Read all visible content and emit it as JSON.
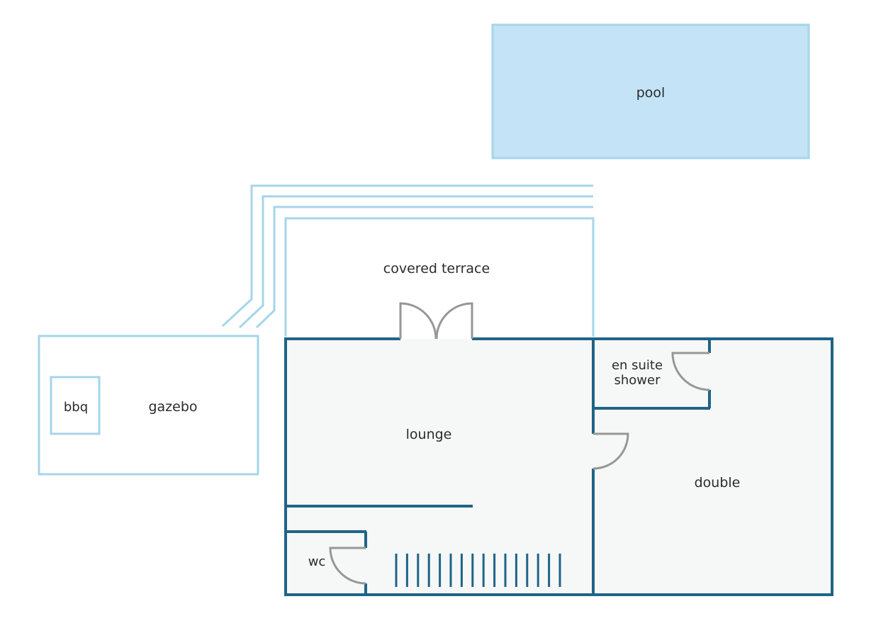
{
  "floorplan": {
    "rooms": {
      "pool": "pool",
      "covered_terrace": "covered terrace",
      "en_suite_line1": "en suite",
      "en_suite_line2": "shower",
      "lounge": "lounge",
      "gazebo": "gazebo",
      "bbq": "bbq",
      "double": "double",
      "wc": "wc"
    },
    "colors": {
      "house_wall": "#1e6488",
      "outdoor_line": "#a6d5ea",
      "pool_fill": "#c4e3f6",
      "interior_fill": "#f6f7f7",
      "door_swing": "#979797",
      "label": "#2b2b2b"
    },
    "stair_treads": 16
  }
}
